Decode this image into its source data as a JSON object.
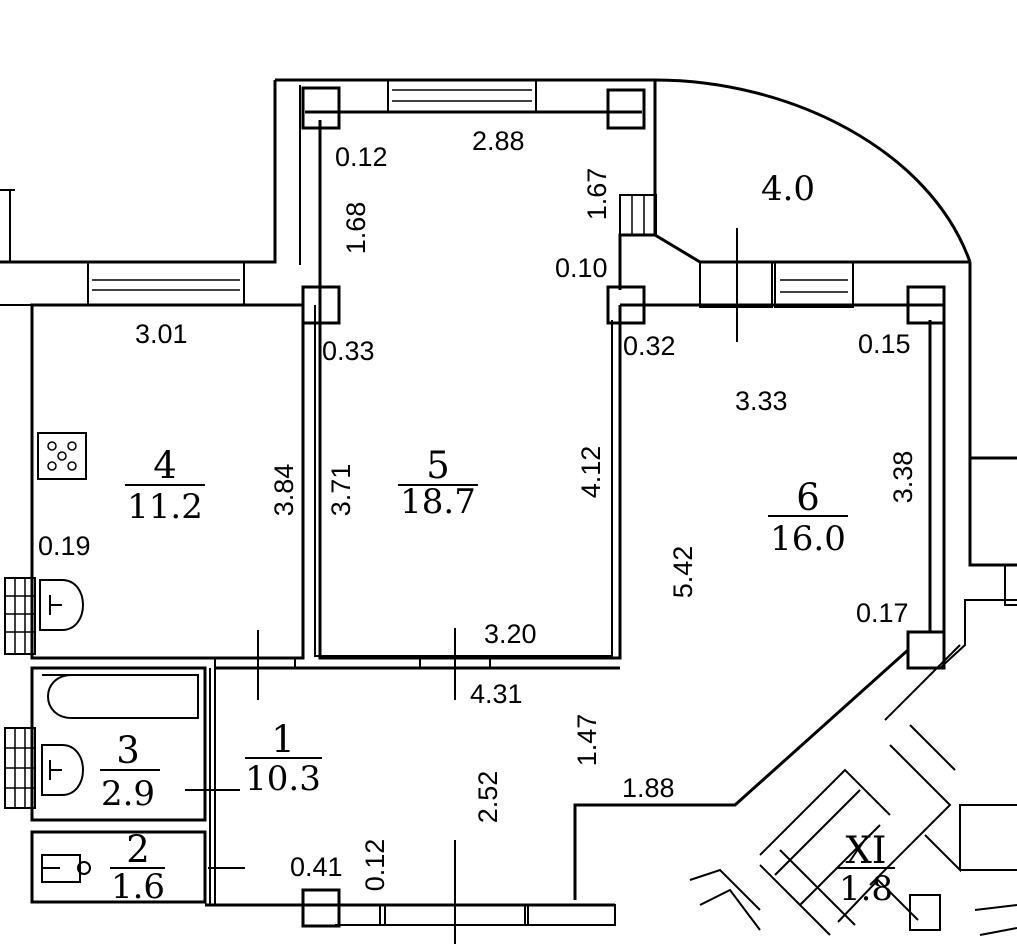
{
  "rooms": [
    {
      "number": "1",
      "area": "10.3"
    },
    {
      "number": "2",
      "area": "1.6"
    },
    {
      "number": "3",
      "area": "2.9"
    },
    {
      "number": "4",
      "area": "11.2"
    },
    {
      "number": "5",
      "area": "18.7"
    },
    {
      "number": "6",
      "area": "16.0"
    },
    {
      "number": "XI",
      "area": "1.8"
    }
  ],
  "balcony_area": "4.0",
  "dimensions": [
    "0.12",
    "2.88",
    "1.68",
    "1.67",
    "0.10",
    "3.01",
    "0.33",
    "0.32",
    "0.15",
    "3.33",
    "3.84",
    "3.71",
    "4.12",
    "3.38",
    "5.42",
    "0.19",
    "3.20",
    "0.17",
    "4.31",
    "1.47",
    "2.52",
    "1.88",
    "0.41",
    "0.12"
  ]
}
